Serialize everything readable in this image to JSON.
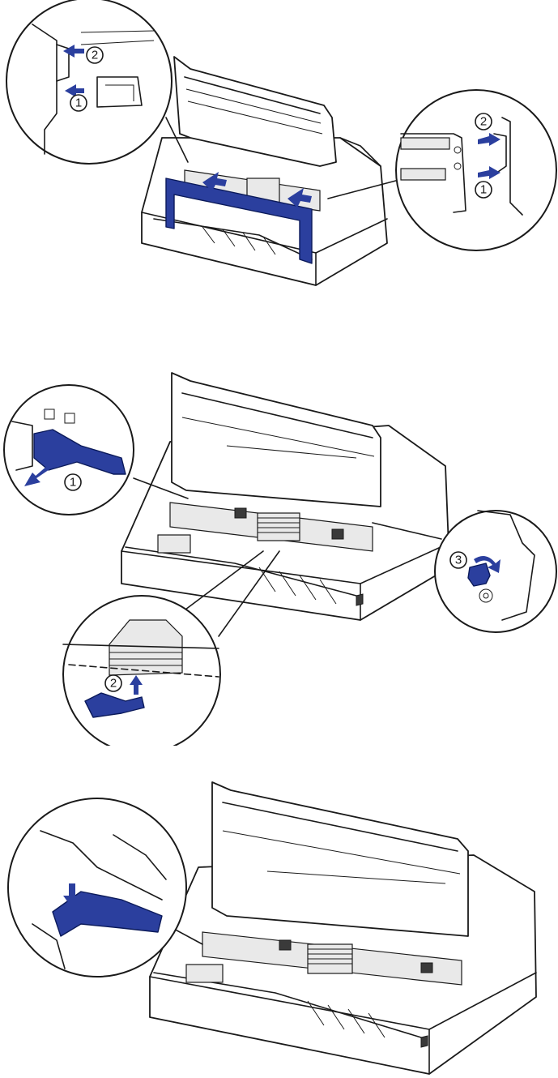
{
  "colors": {
    "accent": "#2b3f9e",
    "line": "#1a1a1a"
  },
  "panel_1": {
    "callout_left": {
      "step_a": "2",
      "step_b": "1"
    },
    "callout_right": {
      "step_a": "2",
      "step_b": "1"
    }
  },
  "panel_2": {
    "callout_left": {
      "step": "1"
    },
    "callout_bottom": {
      "step": "2"
    },
    "callout_right": {
      "step": "3"
    }
  },
  "panel_3": {
    "callout_left": {}
  }
}
